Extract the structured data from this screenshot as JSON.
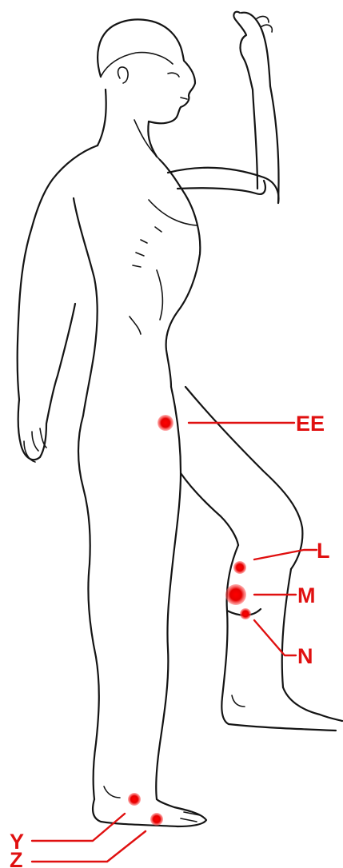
{
  "diagram": {
    "colors": {
      "point": "#e00000",
      "line": "#141414",
      "leader": "#e01010",
      "label": "#e01010"
    },
    "points": [
      {
        "id": "EE",
        "label": "EE"
      },
      {
        "id": "L",
        "label": "L"
      },
      {
        "id": "M",
        "label": "M"
      },
      {
        "id": "N",
        "label": "N"
      },
      {
        "id": "Y",
        "label": "Y"
      },
      {
        "id": "Z",
        "label": "Z"
      }
    ]
  }
}
